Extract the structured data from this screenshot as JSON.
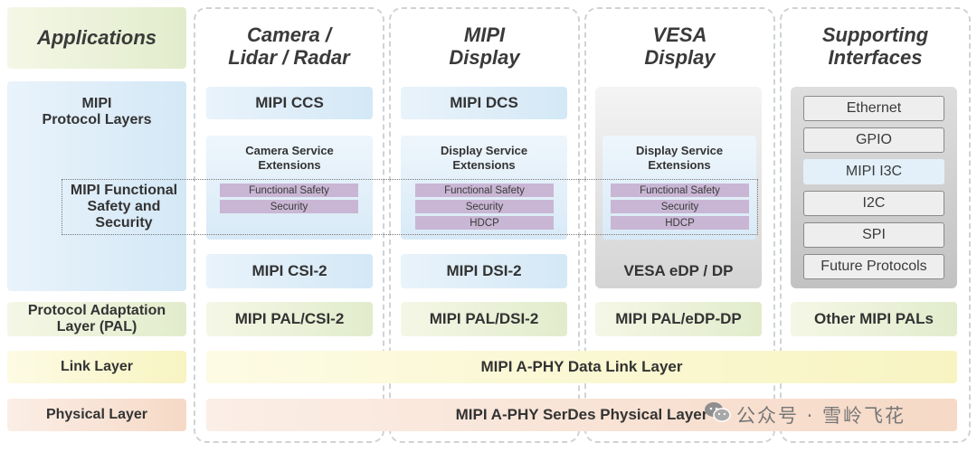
{
  "rows": {
    "applications": "Applications",
    "protocol_layers": "MIPI\nProtocol Layers",
    "functional_safety": "MIPI Functional\nSafety and\nSecurity",
    "pal": "Protocol Adaptation\nLayer (PAL)",
    "link": "Link Layer",
    "physical": "Physical Layer"
  },
  "columns": [
    {
      "header": "Camera /\nLidar / Radar",
      "top": "MIPI CCS",
      "service": "Camera Service\nExtensions",
      "pills": [
        "Functional Safety",
        "Security"
      ],
      "bottom": "MIPI CSI-2",
      "pal": "MIPI PAL/CSI-2"
    },
    {
      "header": "MIPI\nDisplay",
      "top": "MIPI DCS",
      "service": "Display Service\nExtensions",
      "pills": [
        "Functional Safety",
        "Security",
        "HDCP"
      ],
      "bottom": "MIPI DSI-2",
      "pal": "MIPI PAL/DSI-2"
    },
    {
      "header": "VESA\nDisplay",
      "service": "Display Service\nExtensions",
      "pills": [
        "Functional Safety",
        "Security",
        "HDCP"
      ],
      "bottom": "VESA eDP / DP",
      "pal": "MIPI PAL/eDP-DP"
    },
    {
      "header": "Supporting\nInterfaces",
      "interfaces": [
        "Ethernet",
        "GPIO",
        "MIPI I3C",
        "I2C",
        "SPI",
        "Future Protocols"
      ],
      "pal": "Other MIPI PALs"
    }
  ],
  "link_bar": "MIPI A-PHY Data Link Layer",
  "phy_bar": "MIPI A-PHY SerDes Physical Layer",
  "watermark": "公众号 · 雪岭飞花",
  "colors": {
    "green": "#e2eccc",
    "blue": "#d4e8f6",
    "peach": "#f6d9c6",
    "yellow": "#f8f4c2",
    "pill": "#c9b6d4",
    "gray": "#d4d4d4"
  }
}
